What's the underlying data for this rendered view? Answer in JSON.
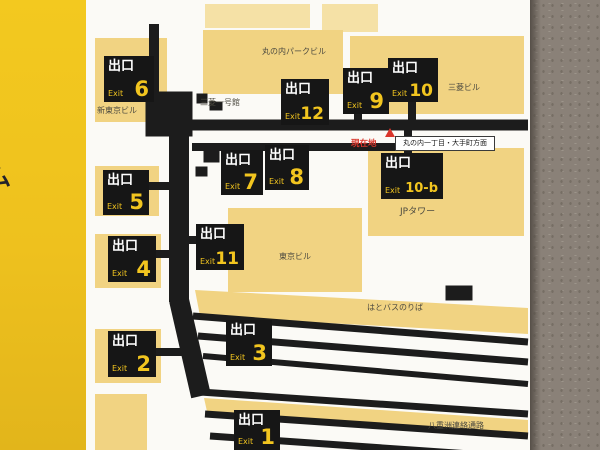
{
  "sign": {
    "left_strip_partial_text": "ム",
    "you_are_here_label": "現在地",
    "direction_sign_label": "丸の内一丁目・大手町方面"
  },
  "exits": [
    {
      "jp": "出口",
      "en": "Exit",
      "num": "6"
    },
    {
      "jp": "出口",
      "en": "Exit",
      "num": "12"
    },
    {
      "jp": "出口",
      "en": "Exit",
      "num": "9"
    },
    {
      "jp": "出口",
      "en": "Exit",
      "num": "10"
    },
    {
      "jp": "出口",
      "en": "Exit",
      "num": "7"
    },
    {
      "jp": "出口",
      "en": "Exit",
      "num": "8"
    },
    {
      "jp": "出口",
      "en": "Exit",
      "num": "10-b"
    },
    {
      "jp": "出口",
      "en": "Exit",
      "num": "5"
    },
    {
      "jp": "出口",
      "en": "Exit",
      "num": "11"
    },
    {
      "jp": "出口",
      "en": "Exit",
      "num": "4"
    },
    {
      "jp": "出口",
      "en": "Exit",
      "num": "3"
    },
    {
      "jp": "出口",
      "en": "Exit",
      "num": "2"
    },
    {
      "jp": "出口",
      "en": "Exit",
      "num": "1"
    }
  ],
  "buildings": {
    "maru_park": "丸の内パークビル",
    "shin_tokyo": "新東京ビル",
    "ichigokan": "三菱一号館",
    "mitsubishi": "三菱ビル",
    "jp_tower": "JPタワー",
    "tokyo_bldg": "東京ビル",
    "hatobus": "はとバスのりば",
    "yaesu": "八重洲連絡通路"
  },
  "colors": {
    "sign_yellow": "#eec11e",
    "building_yellow": "#f1d382",
    "road_black": "#1c1c1c",
    "badge_bg": "#161616",
    "badge_text_yellow": "#f2c51f",
    "marker_red": "#d9352b",
    "wall_gray": "#8a8178"
  }
}
